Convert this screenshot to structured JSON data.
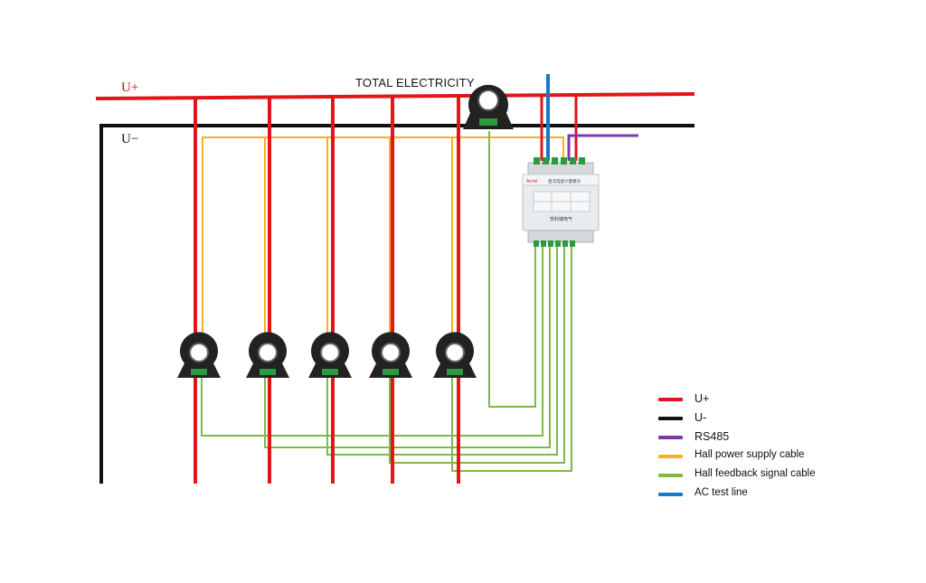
{
  "labels": {
    "u_plus": "U+",
    "u_minus": "U−",
    "total": "TOTAL ELECTRICITY"
  },
  "module": {
    "brand": "Acrel",
    "model_text": "直流电能计量模块",
    "name_text": "安科瑞电气"
  },
  "legend": [
    {
      "label": "U+",
      "color": "#e0161b"
    },
    {
      "label": "U-",
      "color": "#111111"
    },
    {
      "label": "RS485",
      "color": "#7b3aa8"
    },
    {
      "label": "Hall power supply cable",
      "color": "#f2b31c"
    },
    {
      "label": "Hall feedback signal cable",
      "color": "#7db94a"
    },
    {
      "label": "AC test line",
      "color": "#1a78c2"
    }
  ],
  "colors": {
    "u_plus": "#e0161b",
    "u_minus": "#111111",
    "rs485": "#7b3aa8",
    "hall_power": "#f2b31c",
    "hall_feedback": "#7db94a",
    "ac_test": "#1a78c2",
    "sensor_body": "#222222",
    "module_body": "#e9ecef"
  },
  "branch_count": 5
}
